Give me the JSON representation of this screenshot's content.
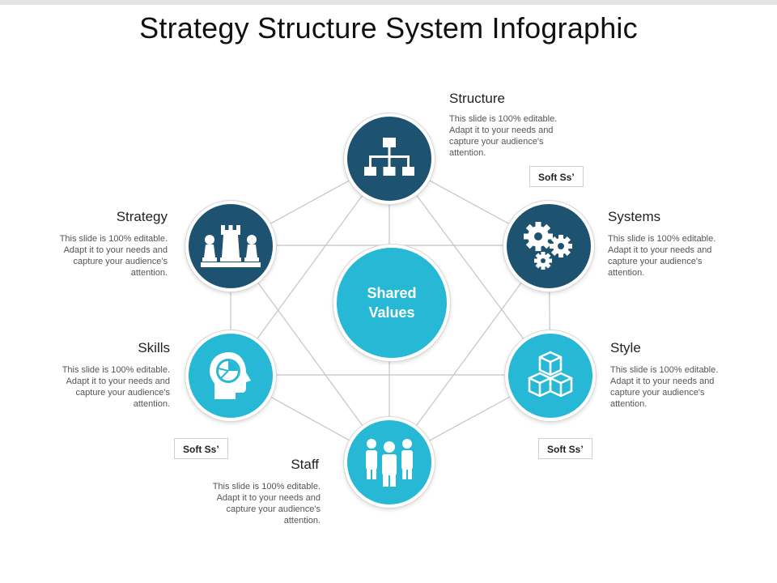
{
  "title": "Strategy Structure System Infographic",
  "center": {
    "label_line1": "Shared",
    "label_line2": "Values"
  },
  "nodes": [
    {
      "heading": "Structure",
      "desc": "This slide is 100% editable. Adapt it to your needs and capture your audience's attention.",
      "icon": "org-chart-icon",
      "color": "#1d5370"
    },
    {
      "heading": "Systems",
      "desc": "This slide is 100% editable. Adapt it to your needs and capture your audience's attention.",
      "icon": "gears-icon",
      "color": "#1d5370"
    },
    {
      "heading": "Style",
      "desc": "This slide is 100% editable. Adapt it to your needs and capture your audience's attention.",
      "icon": "cubes-icon",
      "color": "#27b8d6"
    },
    {
      "heading": "Staff",
      "desc": "This slide is 100% editable. Adapt it to your needs and capture your audience's attention.",
      "icon": "people-icon",
      "color": "#27b8d6"
    },
    {
      "heading": "Skills",
      "desc": "This slide is 100% editable. Adapt it to your needs and capture your audience's attention.",
      "icon": "head-chart-icon",
      "color": "#27b8d6"
    },
    {
      "heading": "Strategy",
      "desc": "This slide is 100% editable. Adapt it to your needs and capture your audience's attention.",
      "icon": "chess-icon",
      "color": "#1d5370"
    }
  ],
  "tags": [
    {
      "label": "Soft Ss’"
    },
    {
      "label": "Soft Ss’"
    },
    {
      "label": "Soft Ss’"
    }
  ]
}
